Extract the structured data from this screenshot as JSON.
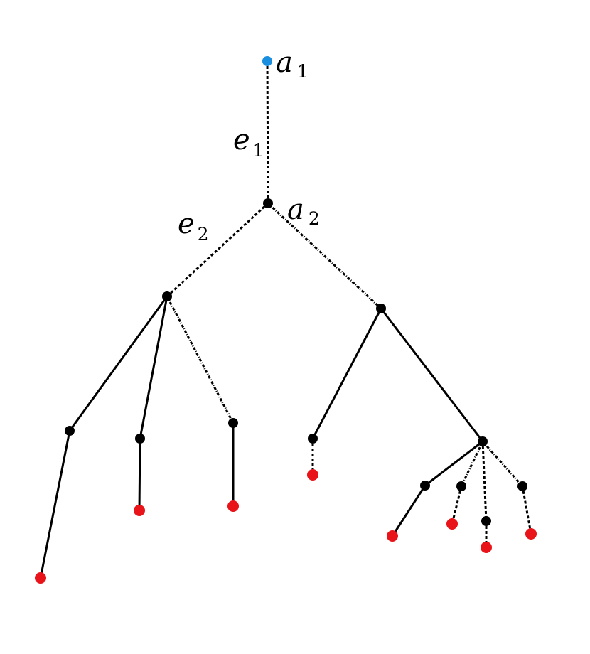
{
  "colors": {
    "root": "#1a8fe0",
    "internal": "#000000",
    "leaf": "#e8141a",
    "edge": "#000000"
  },
  "labels": {
    "a1": {
      "letter": "a",
      "sub": "1"
    },
    "a2": {
      "letter": "a",
      "sub": "2"
    },
    "e1": {
      "letter": "e",
      "sub": "1"
    },
    "e2": {
      "letter": "e",
      "sub": "2"
    }
  }
}
